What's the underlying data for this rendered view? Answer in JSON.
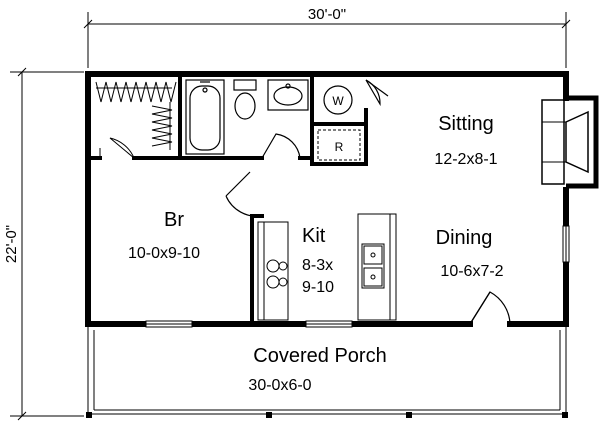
{
  "dimensions": {
    "overall_width": "30'-0\"",
    "overall_depth": "22'-0\""
  },
  "rooms": {
    "sitting": {
      "name": "Sitting",
      "size": "12-2x8-1"
    },
    "bedroom": {
      "name": "Br",
      "size": "10-0x9-10"
    },
    "kitchen": {
      "name": "Kit",
      "size_line1": "8-3x",
      "size_line2": "9-10"
    },
    "dining": {
      "name": "Dining",
      "size": "10-6x7-2"
    },
    "porch": {
      "name": "Covered Porch",
      "size": "30-0x6-0"
    }
  },
  "appliances": {
    "washer": "W",
    "refrigerator": "R"
  }
}
